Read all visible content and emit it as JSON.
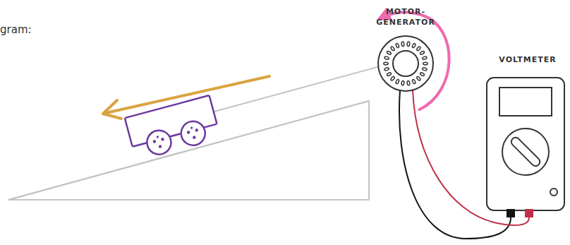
{
  "diagram": {
    "labels": [
      "gram:",
      "MOTOR- GENERATOR",
      "VOLTMETER"
    ]
  }
}
